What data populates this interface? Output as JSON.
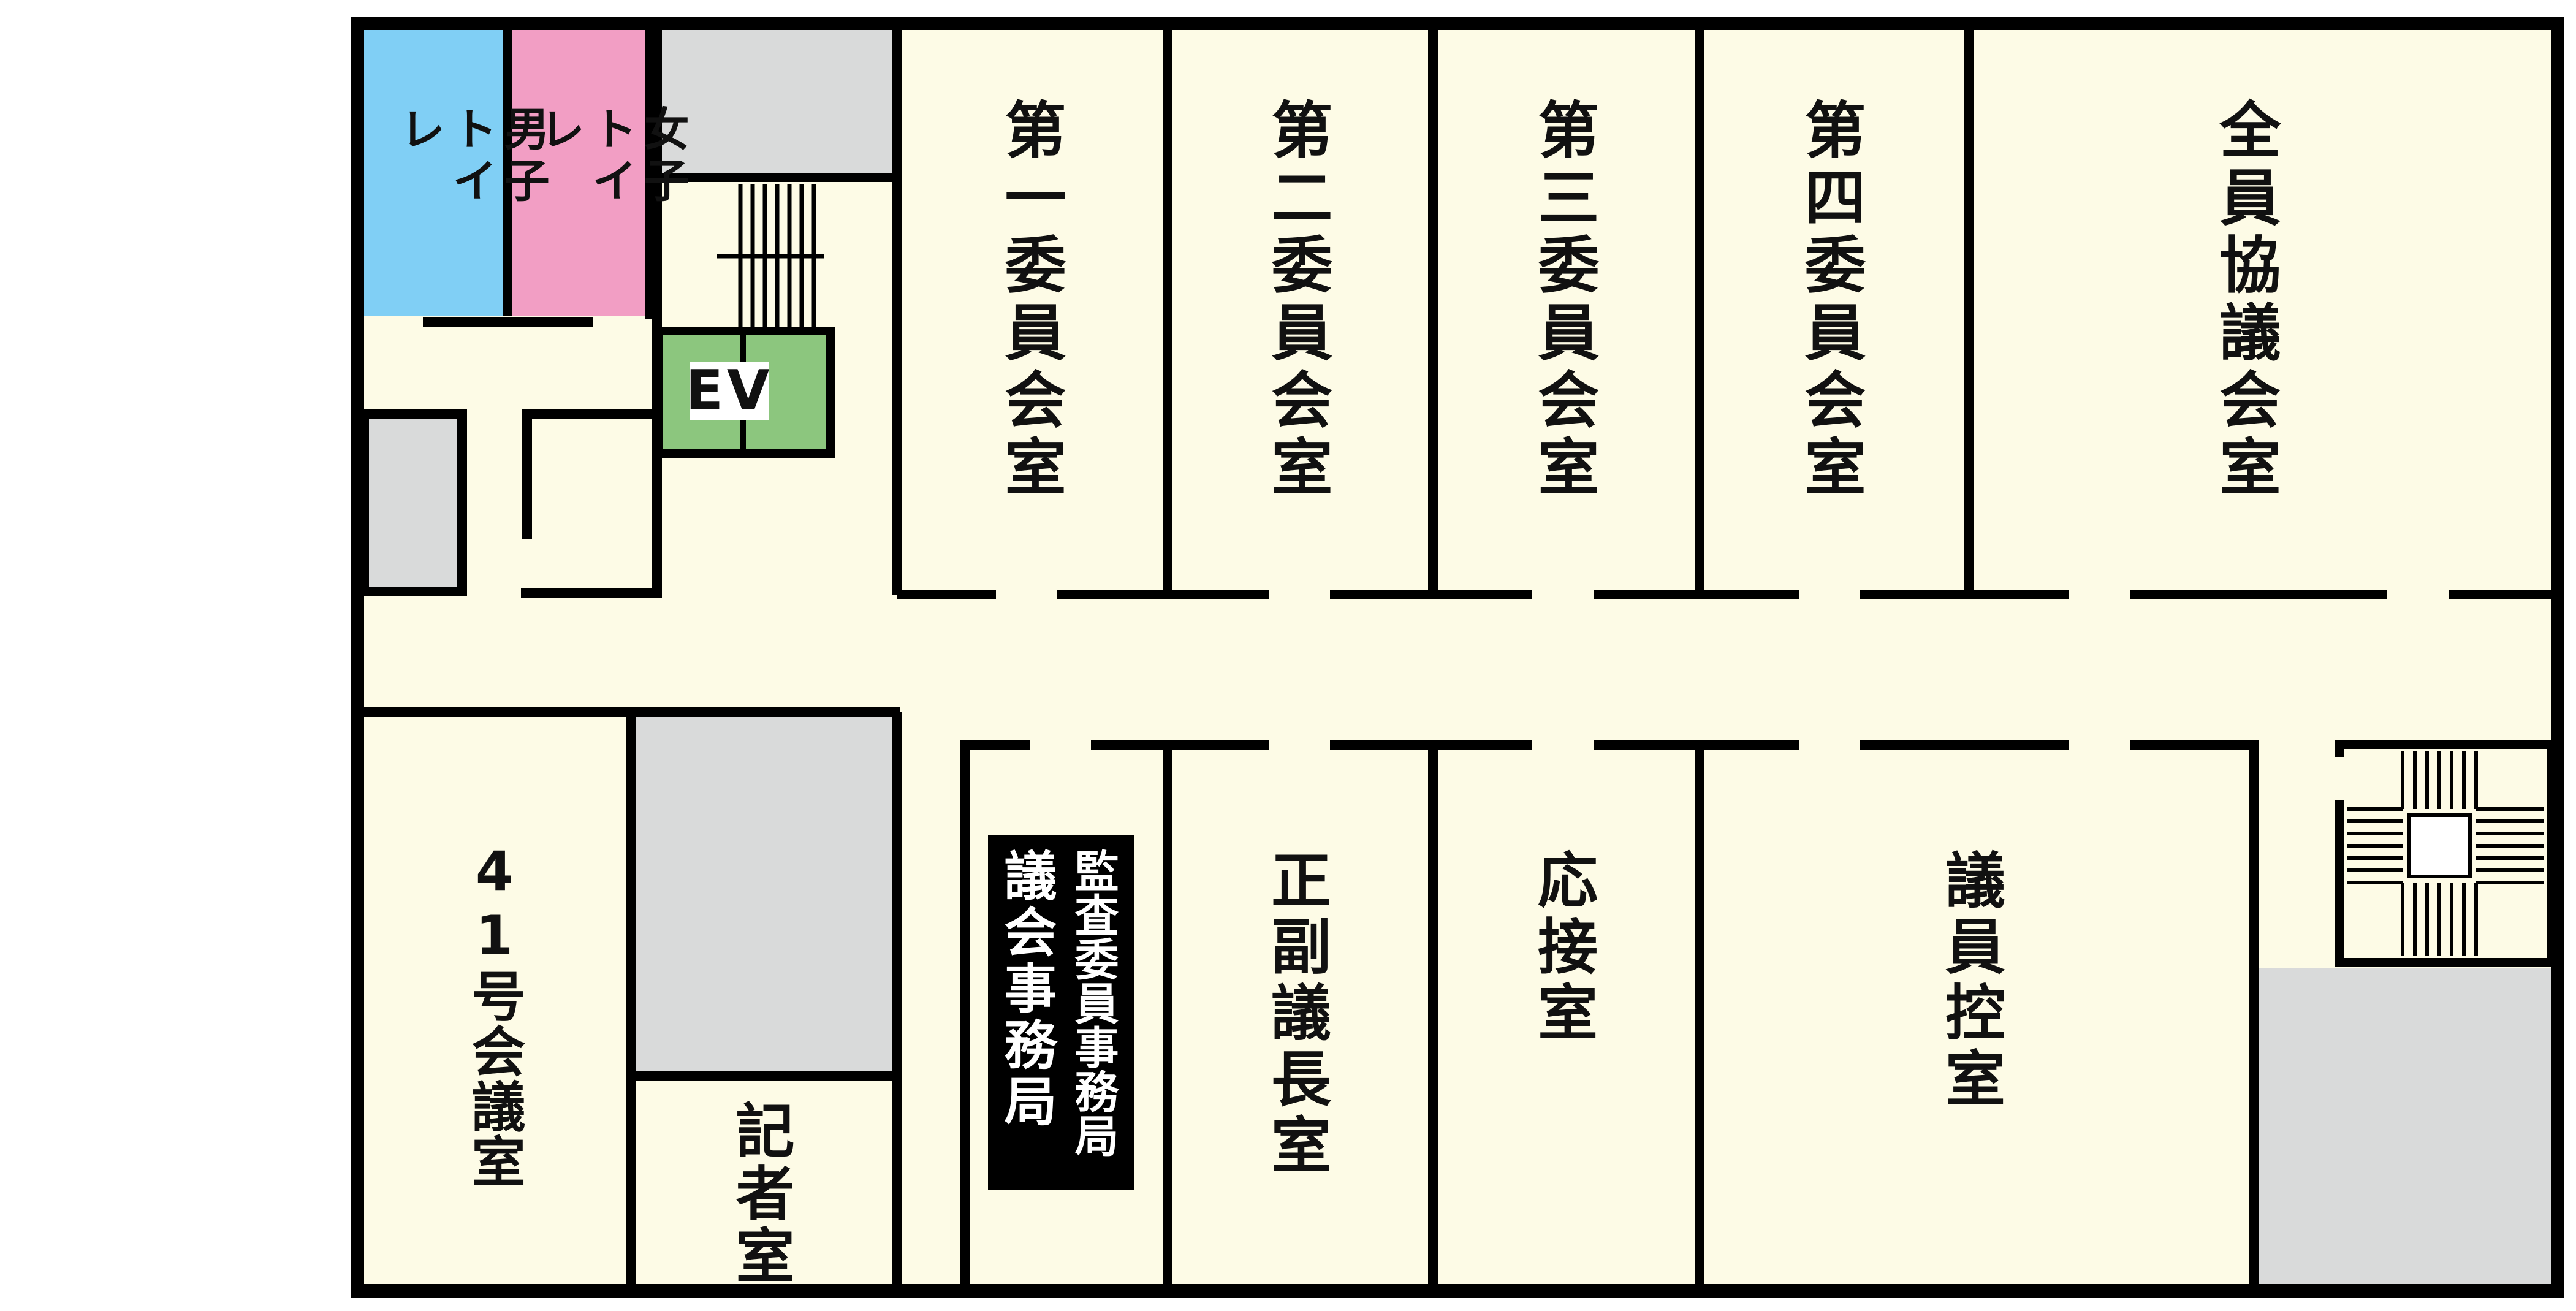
{
  "floor_plan": {
    "rooms": {
      "mens_toilet": "男子トイレ",
      "womens_toilet": "女子トイレ",
      "elevator": "EV",
      "committee1": "第一委員会室",
      "committee2": "第二委員会室",
      "committee3": "第三委員会室",
      "committee4": "第四委員会室",
      "plenary": "全員協議会室",
      "meeting41": "41号会議室",
      "press": "記者室",
      "audit_office": "監査委員事務局",
      "council_office": "議会事務局",
      "vice_chair": "正副議長室",
      "reception": "応接室",
      "member_lounge": "議員控室"
    },
    "colors": {
      "floor": "#fdfbe6",
      "wall": "#000000",
      "mens_toilet": "#80cff5",
      "womens_toilet": "#f29ec4",
      "elevator": "#8cc67e",
      "service": "#d9dada"
    }
  }
}
